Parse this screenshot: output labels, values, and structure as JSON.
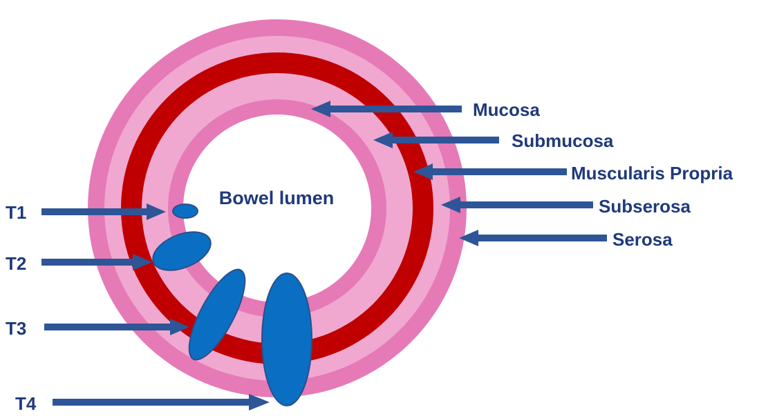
{
  "diagram": {
    "center_label": "Bowel lumen",
    "layers": [
      {
        "name": "Mucosa",
        "color": "#e57ab7"
      },
      {
        "name": "Submucosa",
        "color": "#f0a8d0"
      },
      {
        "name": "Muscularis Propria",
        "color": "#c00000"
      },
      {
        "name": "Subserosa",
        "color": "#f0a8d0"
      },
      {
        "name": "Serosa",
        "color": "#e57ab7"
      }
    ],
    "stages": [
      {
        "label": "T1"
      },
      {
        "label": "T2"
      },
      {
        "label": "T3"
      },
      {
        "label": "T4"
      }
    ],
    "colors": {
      "arrow": "#2e5597",
      "text": "#1f3a7a",
      "tumor": "#0a6fc2",
      "lumen": "#ffffff"
    }
  }
}
